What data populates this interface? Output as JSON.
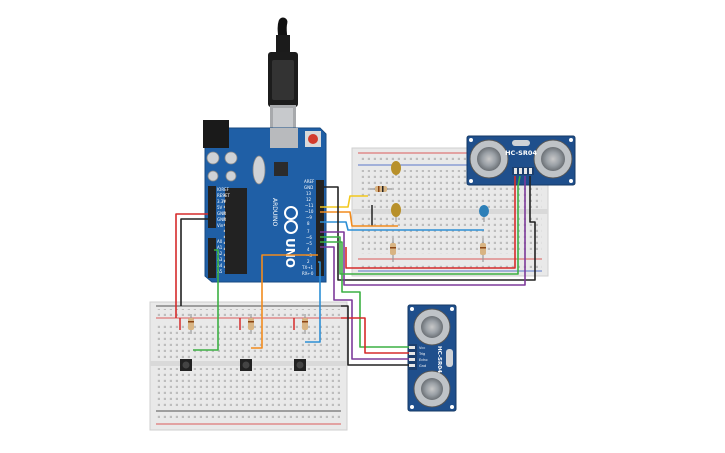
{
  "arduino": {
    "brand": "ARDUINO",
    "model": "UNO",
    "pin_labels": {
      "aref": "AREF",
      "gnd": "GND",
      "d13": "13",
      "d12": "12",
      "d11": "~11",
      "d10": "~10",
      "d9": "~9",
      "d8": "8",
      "d7": "7",
      "d6": "~6",
      "d5": "~5",
      "d4": "4",
      "d3": "~3",
      "d2": "2",
      "d1": "TX→1",
      "d0": "RX←0",
      "ioref": "IOREF",
      "reset": "RESET",
      "v33": "3.3V",
      "v5": "5V",
      "gnd_a": "GND",
      "gnd_b": "GND",
      "vin": "Vin",
      "a0": "A0",
      "a1": "A1",
      "a2": "A2",
      "a3": "A3",
      "a4": "A4",
      "a5": "A5"
    }
  },
  "sensor_top": {
    "name": "HC-SR04"
  },
  "sensor_bottom": {
    "name": "HC-SR04",
    "pins": [
      "Vcc",
      "Trig",
      "Echo",
      "Gnd"
    ]
  },
  "colors": {
    "board": "#1f5fa6",
    "breadboard": "#e9e9e9",
    "wire_red": "#d62b2b",
    "wire_black": "#222222",
    "wire_green": "#3cb043",
    "wire_orange": "#f28c1e",
    "wire_blue": "#2d8fd5",
    "wire_purple": "#7d3a9a",
    "wire_yellow": "#f2c81e",
    "sensor": "#1f4f8c"
  }
}
